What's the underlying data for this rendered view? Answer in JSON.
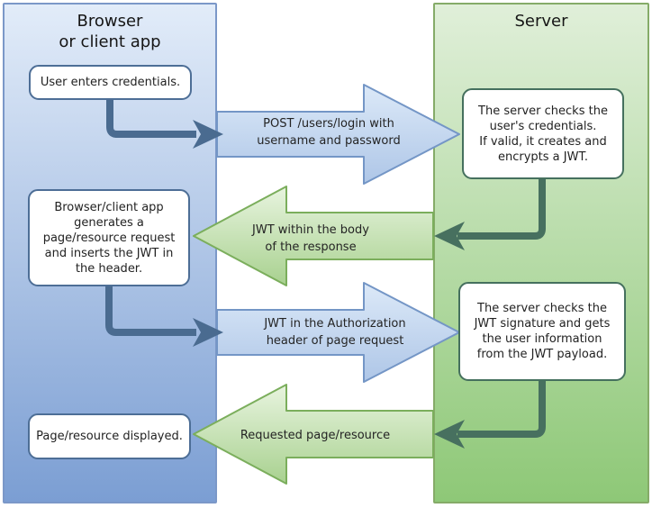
{
  "lanes": {
    "browser": {
      "title": "Browser\nor client app"
    },
    "server": {
      "title": "Server"
    }
  },
  "boxes": {
    "user_credentials": "User enters credentials.",
    "client_request": "Browser/client app\ngenerates a\npage/resource request\nand inserts the JWT in\nthe header.",
    "page_displayed": "Page/resource displayed.",
    "server_checks_credentials": "The server checks the\nuser's credentials.\nIf valid, it creates and\nencrypts a JWT.",
    "server_checks_signature": "The server checks the\nJWT signature and gets\nthe user information\nfrom the JWT payload."
  },
  "arrows": {
    "post_login": "POST /users/login with\nusername and password",
    "jwt_response": "JWT within the body\nof the response",
    "jwt_header": "JWT in the Authorization\nheader of page request",
    "requested_page": "Requested page/resource"
  },
  "colors": {
    "lane_blue_top": "#e2ecf9",
    "lane_blue_bottom": "#7b9ed3",
    "lane_blue_border": "#7b98c8",
    "lane_green_top": "#e0efd9",
    "lane_green_bottom": "#8ec877",
    "lane_green_border": "#85ab68",
    "arrow_blue_fill_top": "#dce9f8",
    "arrow_blue_fill_bottom": "#aec6e7",
    "arrow_blue_stroke": "#7496c6",
    "arrow_green_fill_top": "#e8f4df",
    "arrow_green_fill_bottom": "#a8d18f",
    "arrow_green_stroke": "#7bae5c",
    "connector_blue": "#4a6b90",
    "connector_green": "#47705f",
    "box_border_blue": "#4d6e96",
    "box_border_green": "#45705e",
    "text": "#1f1f1f"
  }
}
